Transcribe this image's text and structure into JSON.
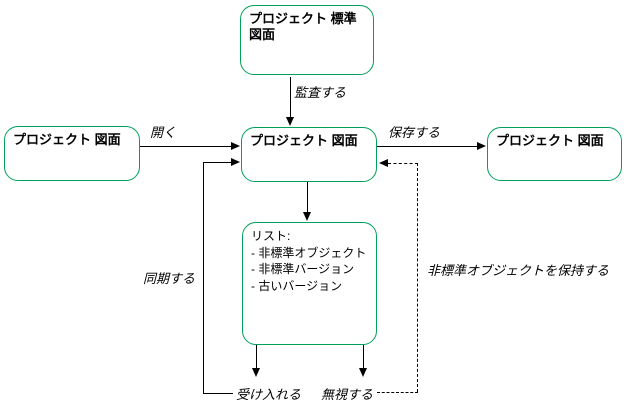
{
  "nodes": {
    "standard": {
      "label": "プロジェクト 標準図面"
    },
    "source": {
      "label": "プロジェクト 図面"
    },
    "working": {
      "label": "プロジェクト 図面"
    },
    "saved": {
      "label": "プロジェクト 図面"
    },
    "list": {
      "title": "リスト:",
      "items": [
        "- 非標準オブジェクト",
        "- 非標準バージョン",
        "- 古いバージョン"
      ]
    }
  },
  "edge_labels": {
    "audit": "監査する",
    "open": "開く",
    "save": "保存する",
    "sync": "同期する",
    "accept": "受け入れる",
    "ignore": "無視する",
    "keep_nonstandard": "非標準オブジェクトを保持する"
  },
  "colors": {
    "node_border": "#00A05A",
    "connector": "#000000",
    "background": "#FFFFFF",
    "text": "#000000"
  }
}
